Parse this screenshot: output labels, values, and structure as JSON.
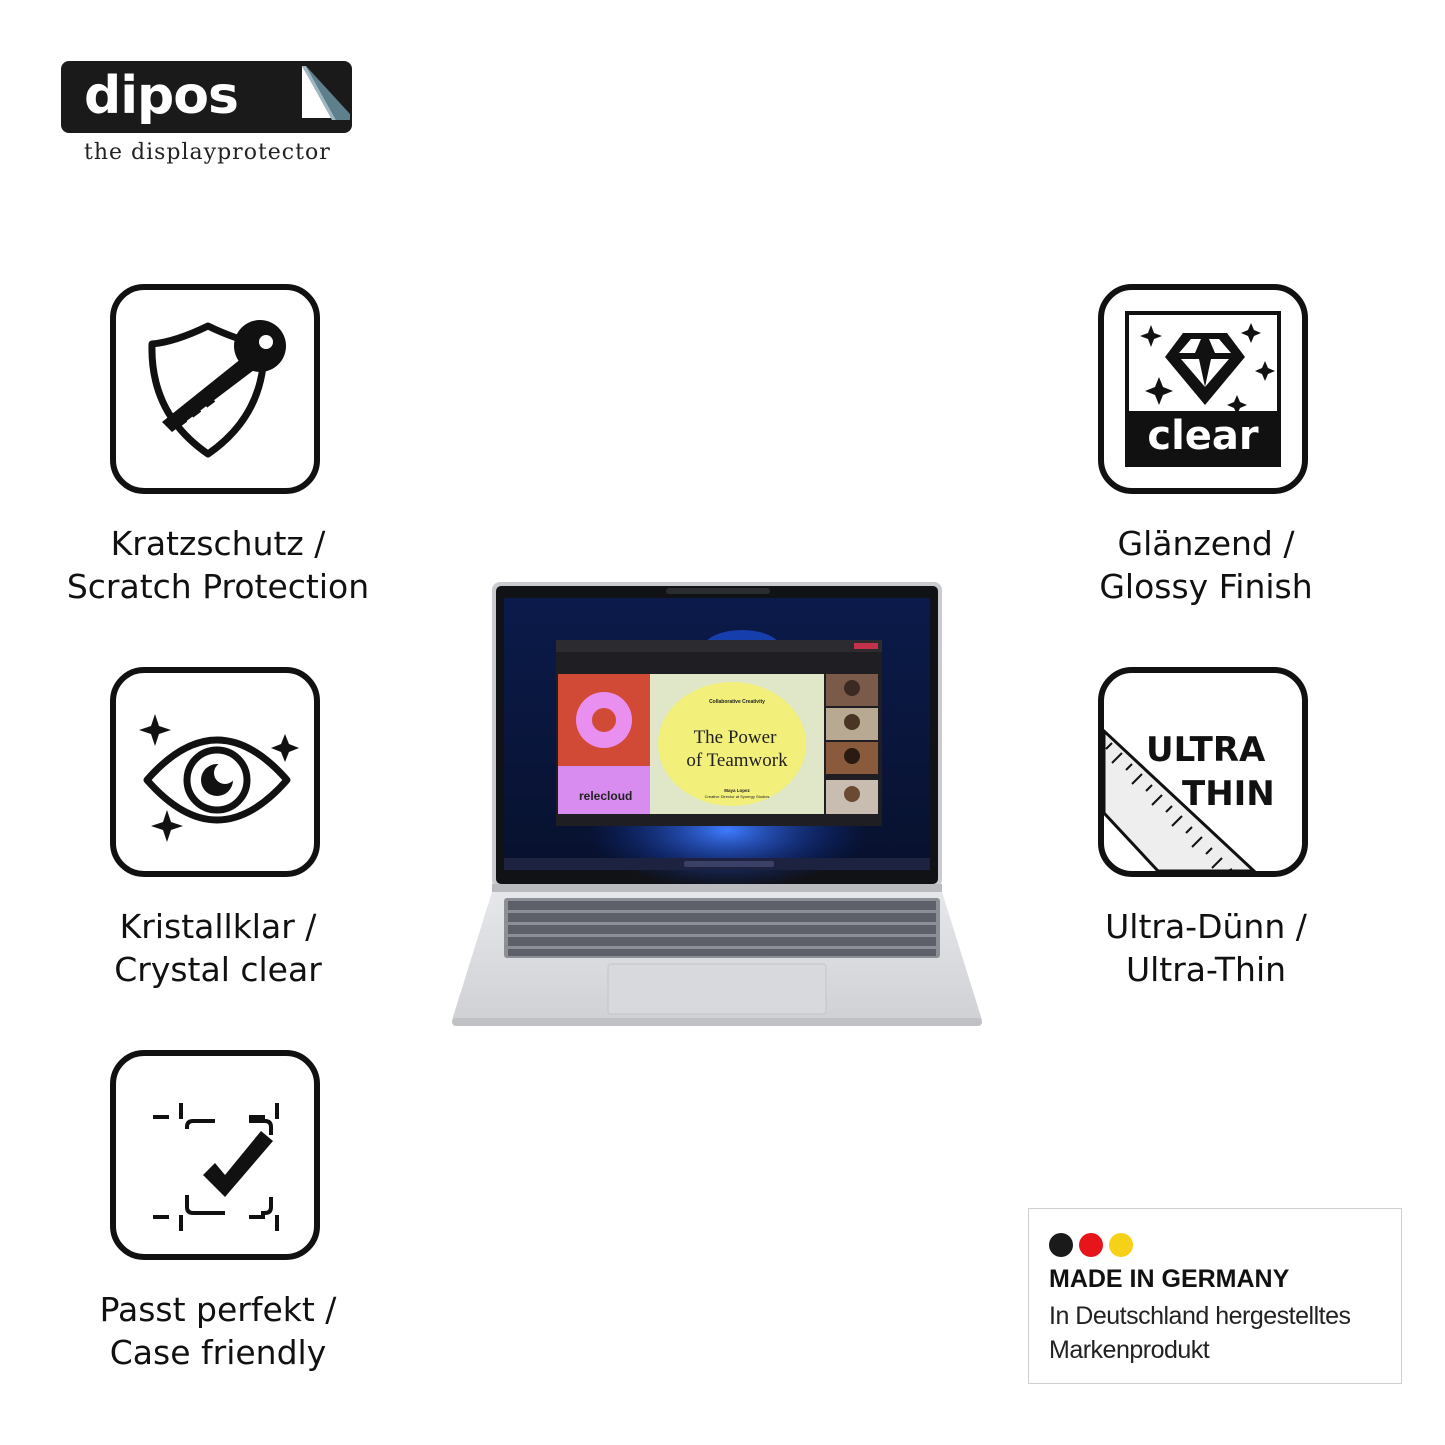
{
  "brand": {
    "name": "dipos",
    "tagline": "the displayprotector"
  },
  "features": [
    {
      "icon": "shield-key-icon",
      "line1": "Kratzschutz /",
      "line2": "Scratch Protection"
    },
    {
      "icon": "eye-sparkle-icon",
      "line1": "Kristallklar /",
      "line2": "Crystal clear"
    },
    {
      "icon": "check-frame-icon",
      "line1": "Passt perfekt /",
      "line2": "Case friendly"
    },
    {
      "icon": "diamond-clear-icon",
      "badge_text": "clear",
      "line1": "Glänzend /",
      "line2": "Glossy Finish"
    },
    {
      "icon": "ultra-thin-ruler-icon",
      "badge_text_1": "ULTRA",
      "badge_text_2": "THIN",
      "line1": "Ultra-Dünn /",
      "line2": "Ultra-Thin"
    }
  ],
  "laptop_screen": {
    "slide_kicker": "Collaborative Creativity",
    "slide_title_1": "The Power",
    "slide_title_2": "of Teamwork",
    "presenter": "Maya Lopez",
    "presenter_role": "Creative Director at Synergy Studios",
    "logo_text": "relecloud"
  },
  "made_in": {
    "title": "MADE IN GERMANY",
    "line1": "In Deutschland hergestelltes",
    "line2": "Markenprodukt",
    "colors": [
      "#1a1a1a",
      "#e8141b",
      "#f7d117"
    ]
  }
}
